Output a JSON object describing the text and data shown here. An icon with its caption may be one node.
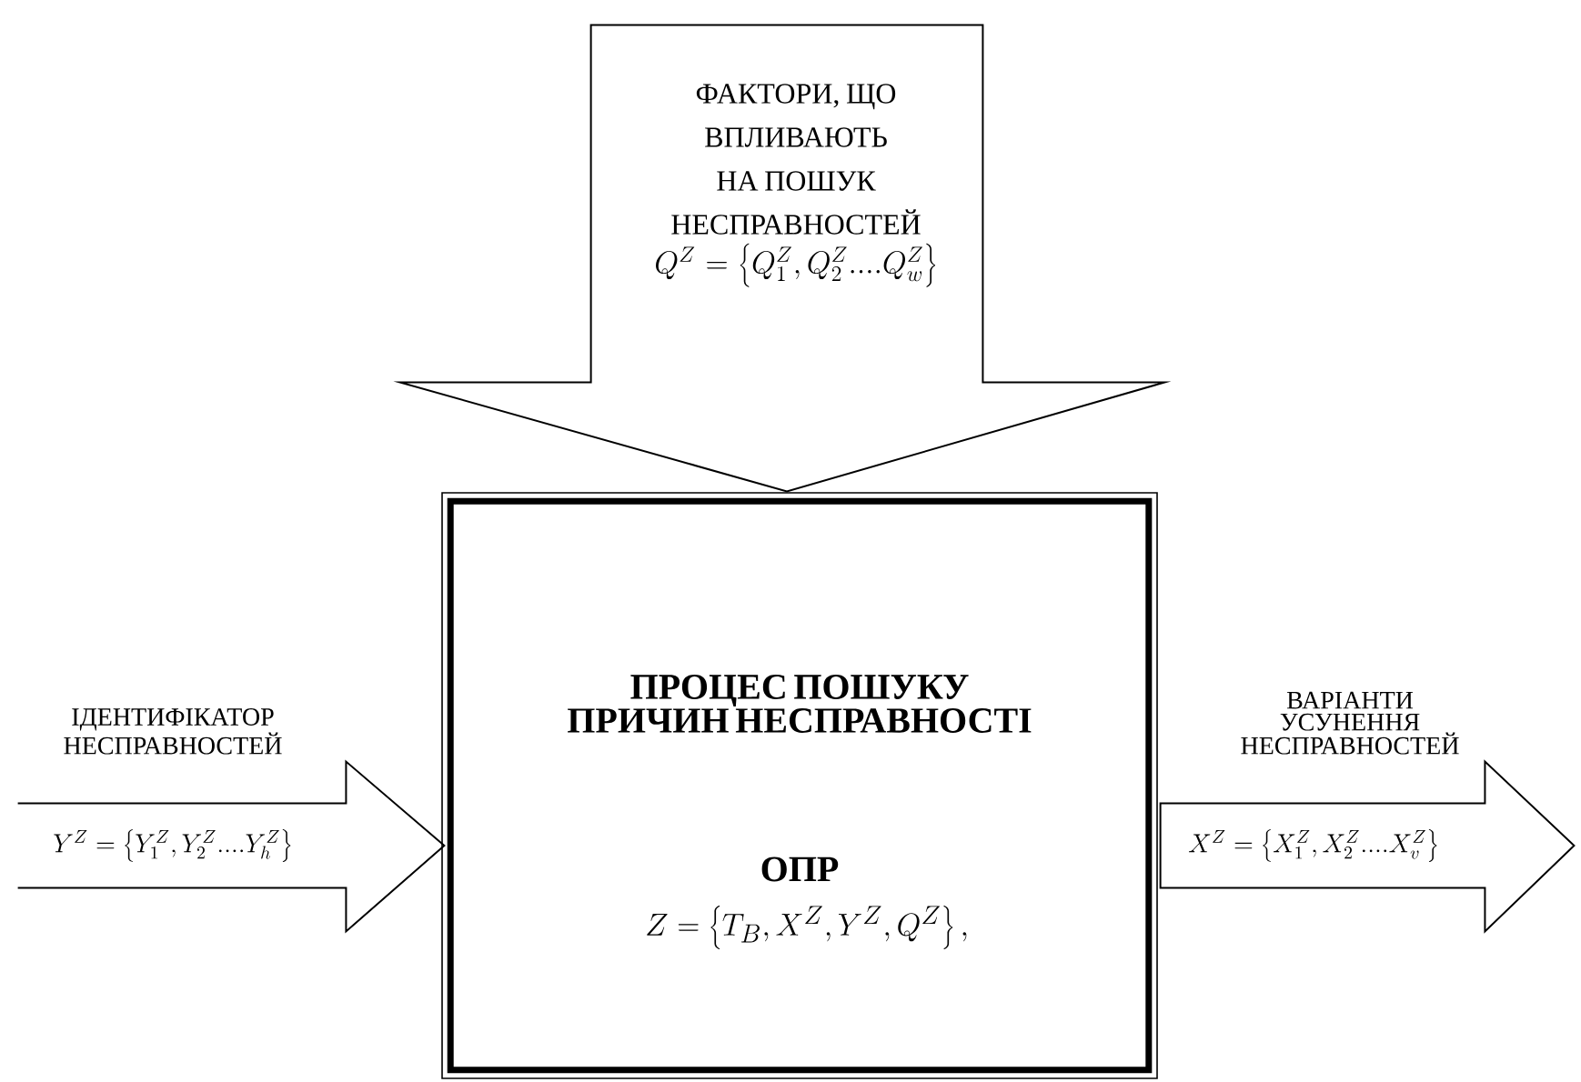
{
  "diagram": {
    "nodes": [
      {
        "text": [
          "ФАКТОРИ, ЩО ВПЛИВАЮТЬ НА ПОШУК НЕСПРАВНОСТЕЙ",
          "Q^Z=\\left\\{Q_1^Z,Q_2^Z....Q_w^Z\\right\\}"
        ]
      },
      {
        "text": [
          "ІДЕНТИФІКАТОР НЕСПРАВНОСТЕЙ",
          "Y^Z=\\left\\{Y_1^Z,Y_2^Z....Y_h^Z\\right\\}"
        ]
      },
      {
        "text": [
          "ПРОЦЕС ПОШУКУ ПРИЧИН НЕСПРАВНОСТІ",
          "ОПР",
          "Z=\\left\\{T_B,X^Z,Y^Z,Q^Z\\right\\},"
        ]
      },
      {
        "text": [
          "ВАРІАНТИ УСУНЕННЯ НЕСПРАВНОСТЕЙ",
          "X^Z=\\left\\{X_1^Z,X_2^Z....X_v^Z\\right\\}"
        ]
      }
    ]
  }
}
